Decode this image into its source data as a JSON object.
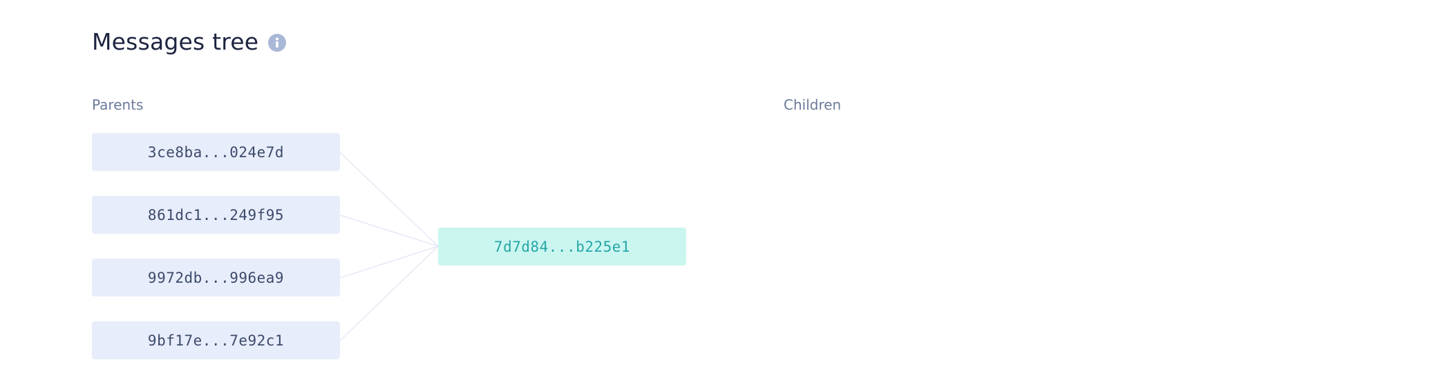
{
  "header": {
    "title": "Messages tree",
    "info_icon": "info-icon"
  },
  "parents": {
    "label": "Parents",
    "items": [
      {
        "id": "3ce8ba...024e7d"
      },
      {
        "id": "861dc1...249f95"
      },
      {
        "id": "9972db...996ea9"
      },
      {
        "id": "9bf17e...7e92c1"
      }
    ]
  },
  "current": {
    "id": "7d7d84...b225e1"
  },
  "children": {
    "label": "Children",
    "items": []
  },
  "colors": {
    "title": "#1c2440",
    "label": "#6b7a99",
    "parent_bg": "#e8edfb",
    "parent_text": "#3c4a6a",
    "current_bg": "#cbf6f0",
    "current_text": "#27a6a6",
    "connector": "#e6e9f5"
  }
}
